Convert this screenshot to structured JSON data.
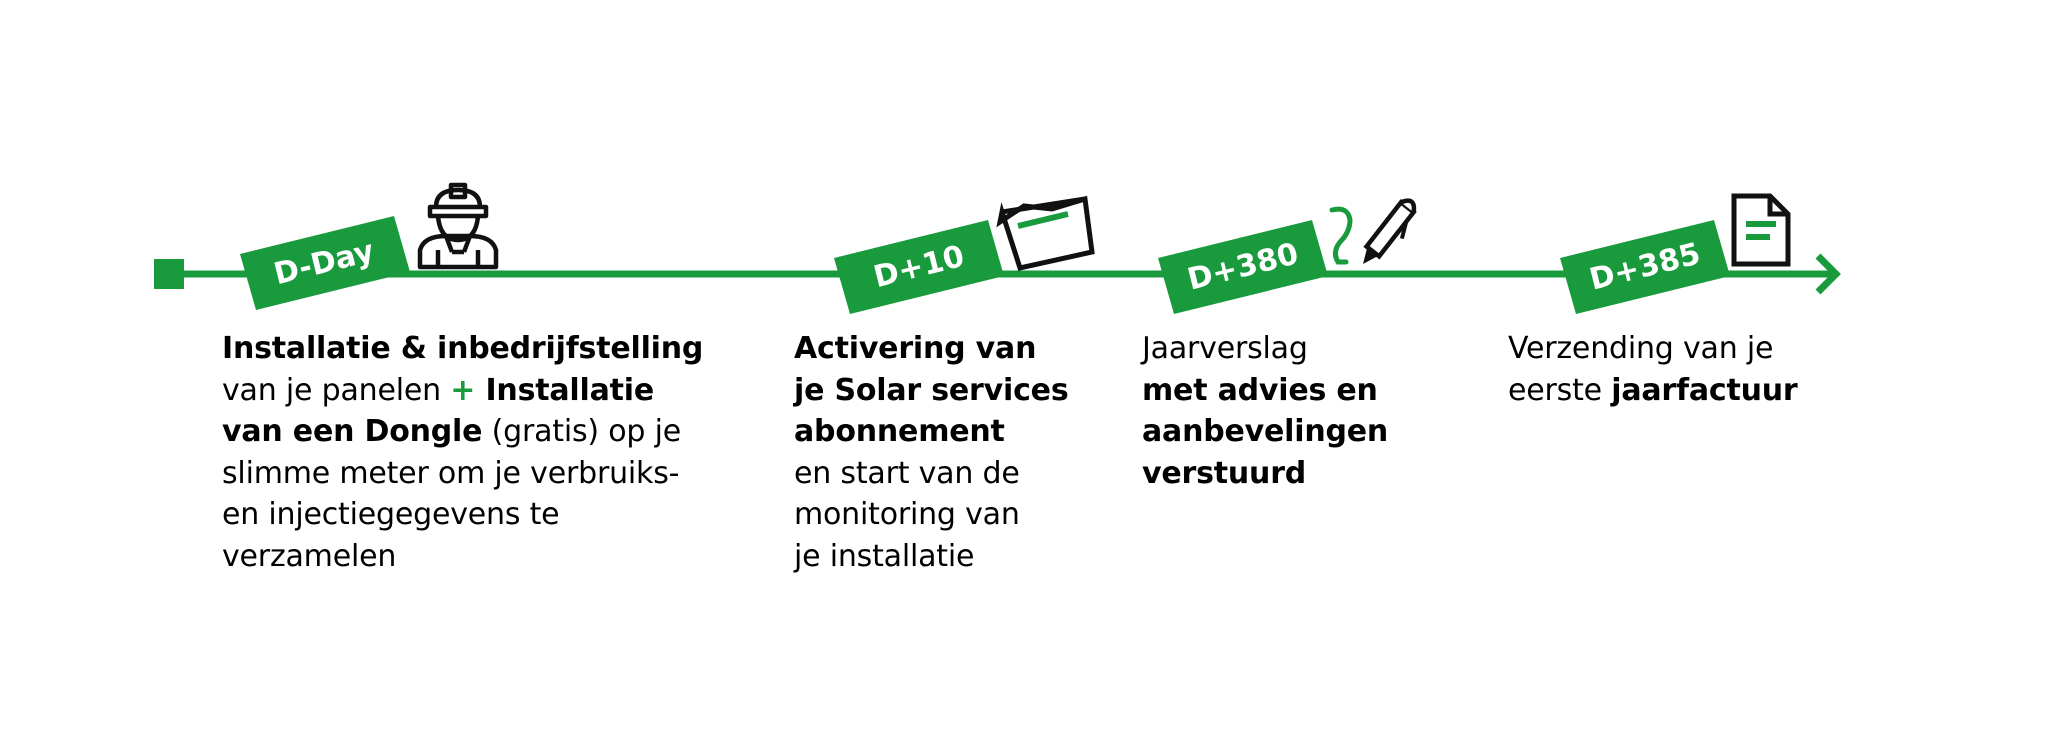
{
  "colors": {
    "brand_green": "#199a3c",
    "icon_stroke": "#111111",
    "background": "#ffffff"
  },
  "milestones": [
    {
      "label": "D-Day",
      "icon": "construction-worker-icon",
      "text_lines": [
        [
          {
            "t": "Installatie & inbedrijfstelling",
            "w": "bold"
          }
        ],
        [
          {
            "t": "van je panelen ",
            "w": "normal"
          },
          {
            "t": "+",
            "w": "plus"
          },
          {
            "t": " Installatie",
            "w": "bold"
          }
        ],
        [
          {
            "t": "van een Dongle",
            "w": "bold"
          },
          {
            "t": " (gratis) op je",
            "w": "normal"
          }
        ],
        [
          {
            "t": "slimme meter om je verbruiks-",
            "w": "normal"
          }
        ],
        [
          {
            "t": "en injectiegegevens te",
            "w": "normal"
          }
        ],
        [
          {
            "t": "verzamelen",
            "w": "normal"
          }
        ]
      ]
    },
    {
      "label": "D+10",
      "icon": "folder-icon",
      "text_lines": [
        [
          {
            "t": "Activering van",
            "w": "bold"
          }
        ],
        [
          {
            "t": "je Solar services",
            "w": "bold"
          }
        ],
        [
          {
            "t": "abonnement",
            "w": "bold"
          }
        ],
        [
          {
            "t": "en start van de",
            "w": "normal"
          }
        ],
        [
          {
            "t": "monitoring van",
            "w": "normal"
          }
        ],
        [
          {
            "t": "je installatie",
            "w": "normal"
          }
        ]
      ]
    },
    {
      "label": "D+380",
      "icon": "pen-signing-icon",
      "text_lines": [
        [
          {
            "t": "Jaarverslag",
            "w": "normal"
          }
        ],
        [
          {
            "t": "met advies en",
            "w": "bold"
          }
        ],
        [
          {
            "t": "aanbevelingen",
            "w": "bold"
          }
        ],
        [
          {
            "t": "verstuurd",
            "w": "bold"
          }
        ]
      ]
    },
    {
      "label": "D+385",
      "icon": "document-icon",
      "text_lines": [
        [
          {
            "t": "Verzending van je",
            "w": "normal"
          }
        ],
        [
          {
            "t": "eerste ",
            "w": "normal"
          },
          {
            "t": "jaarfactuur",
            "w": "bold"
          }
        ]
      ]
    }
  ]
}
